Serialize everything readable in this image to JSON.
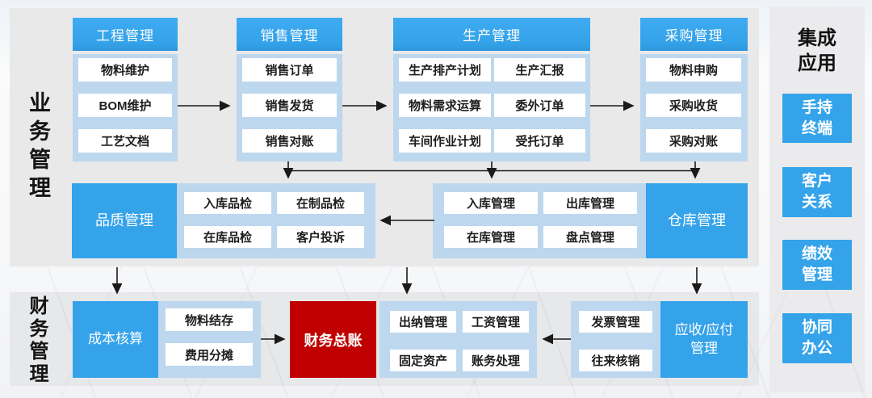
{
  "sections": {
    "business_label": "业务管理",
    "finance_label": "财务管理"
  },
  "top_columns": [
    {
      "header": "工程管理",
      "items": [
        "物料维护",
        "BOM维护",
        "工艺文档"
      ]
    },
    {
      "header": "销售管理",
      "items": [
        "销售订单",
        "销售发货",
        "销售对账"
      ]
    },
    {
      "header": "生产管理",
      "items": [
        "生产排产计划",
        "生产汇报",
        "物料需求运算",
        "委外订单",
        "车间作业计划",
        "受托订单"
      ]
    },
    {
      "header": "采购管理",
      "items": [
        "物料申购",
        "采购收货",
        "采购对账"
      ]
    }
  ],
  "middle_row": {
    "quality": {
      "header": "品质管理",
      "items": [
        "入库品检",
        "在制品检",
        "在库品检",
        "客户投诉"
      ]
    },
    "warehouse": {
      "header": "仓库管理",
      "items": [
        "入库管理",
        "出库管理",
        "在库管理",
        "盘点管理"
      ]
    }
  },
  "finance_row": {
    "cost": {
      "header": "成本核算",
      "items": [
        "物料结存",
        "费用分摊"
      ]
    },
    "general_ledger": {
      "header": "财务总账"
    },
    "accounting_items": [
      "出纳管理",
      "工资管理",
      "固定资产",
      "账务处理"
    ],
    "receivable_payable": {
      "header": "应收/应付\n管理",
      "items": [
        "发票管理",
        "往来核销"
      ]
    }
  },
  "integration": {
    "title": "集成\n应用",
    "apps": [
      "手持\n终端",
      "客户\n关系",
      "绩效\n管理",
      "协同\n办公"
    ]
  },
  "colors": {
    "accent_blue": "#35a3ea",
    "container_light_blue": "#bdd7ee",
    "highlight_red": "#c00000",
    "panel_gray": "#e9e9ea",
    "arrow_black": "#1a1a1a"
  }
}
